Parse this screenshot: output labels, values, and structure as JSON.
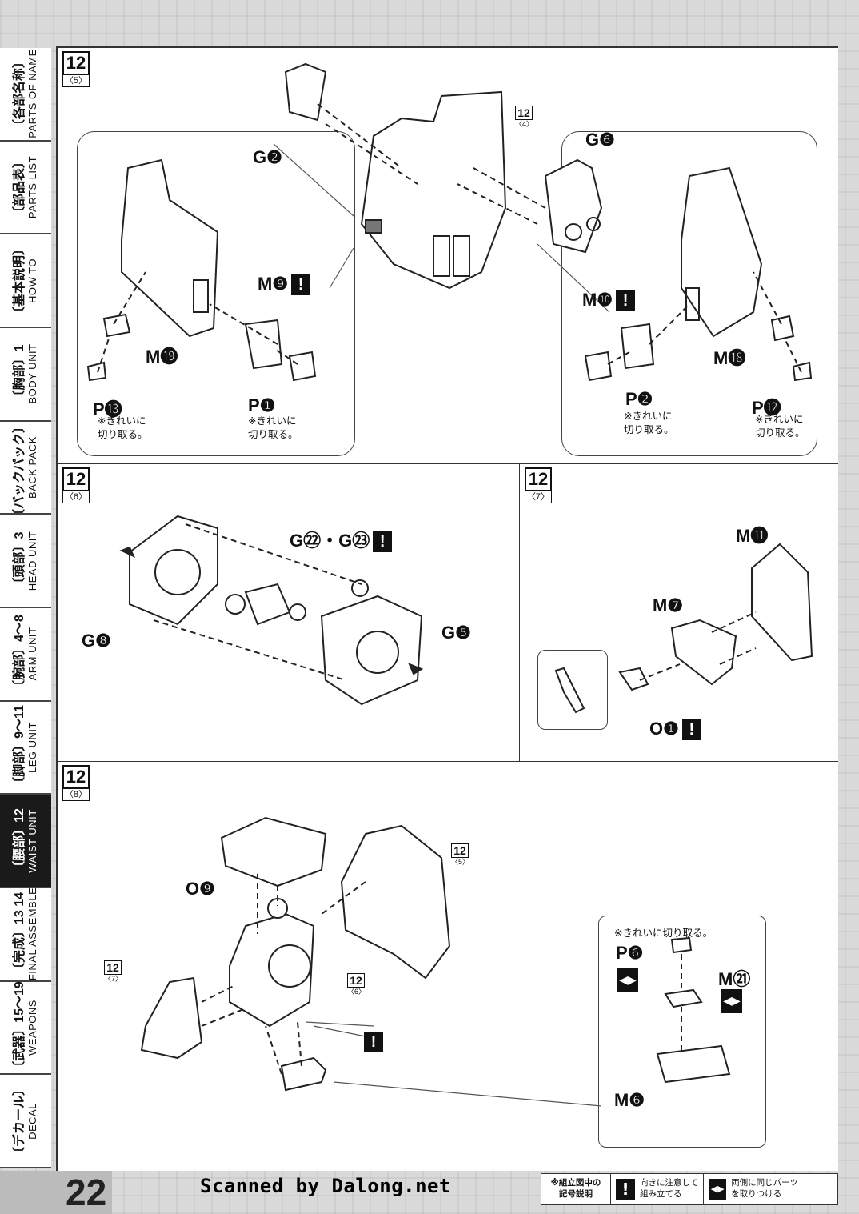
{
  "page_number": "22",
  "sidebar": [
    {
      "jp": "〔各部名称〕",
      "en": "PARTS OF NAME",
      "active": false
    },
    {
      "jp": "〔部品表〕",
      "en": "PARTS LIST",
      "active": false
    },
    {
      "jp": "〔基本説明〕",
      "en": "HOW TO",
      "active": false
    },
    {
      "jp": "〔胸部〕1",
      "en": "BODY UNIT",
      "active": false
    },
    {
      "jp": "〔バックパック〕2",
      "en": "BACK PACK",
      "active": false
    },
    {
      "jp": "〔頭部〕3",
      "en": "HEAD UNIT",
      "active": false
    },
    {
      "jp": "〔腕部〕4〜8",
      "en": "ARM UNIT",
      "active": false
    },
    {
      "jp": "〔脚部〕9〜11",
      "en": "LEG UNIT",
      "active": false
    },
    {
      "jp": "〔腰部〕12",
      "en": "WAIST UNIT",
      "active": true
    },
    {
      "jp": "〔完成〕13 14",
      "en": "FINAL ASSEMBLE",
      "active": false
    },
    {
      "jp": "〔武器〕15〜19",
      "en": "WEAPONS",
      "active": false
    },
    {
      "jp": "〔デカール〕",
      "en": "DECAL",
      "active": false
    }
  ],
  "steps": {
    "s5": {
      "num": "12",
      "sub": "〈5〉",
      "ref": {
        "num": "12",
        "sub": "〈4〉"
      },
      "labels": {
        "g2": "G❷",
        "g6": "G❻",
        "m9": "M❾",
        "m19": "M⓳",
        "p13": "P⓭",
        "p1": "P❶",
        "m10": "M❿",
        "m18": "M⓲",
        "p2": "P❷",
        "p12": "P⓬"
      },
      "note_cut": "※きれいに\n切り取る。"
    },
    "s6": {
      "num": "12",
      "sub": "〈6〉",
      "labels": {
        "g22_23": "G㉒・G㉓",
        "g8": "G❽",
        "g5": "G❺"
      }
    },
    "s7": {
      "num": "12",
      "sub": "〈7〉",
      "labels": {
        "m11": "M⓫",
        "m7": "M❼",
        "o1": "O❶"
      }
    },
    "s8": {
      "num": "12",
      "sub": "〈8〉",
      "refs": {
        "r5": {
          "num": "12",
          "sub": "〈5〉"
        },
        "r7": {
          "num": "12",
          "sub": "〈7〉"
        },
        "r6": {
          "num": "12",
          "sub": "〈6〉"
        }
      },
      "labels": {
        "o9": "O❾",
        "p6": "P❻",
        "m21": "M㉑",
        "m6": "M❻"
      },
      "note_cut": "※きれいに切り取る。"
    }
  },
  "warn_symbol": "!",
  "same_symbol": "◀▶",
  "scan_credit": "Scanned by Dalong.net",
  "legend": {
    "title": "※組立図中の\n記号説明",
    "careful": "向きに注意して\n組み立てる",
    "both_sides": "両側に同じパーツ\nを取りつける"
  }
}
